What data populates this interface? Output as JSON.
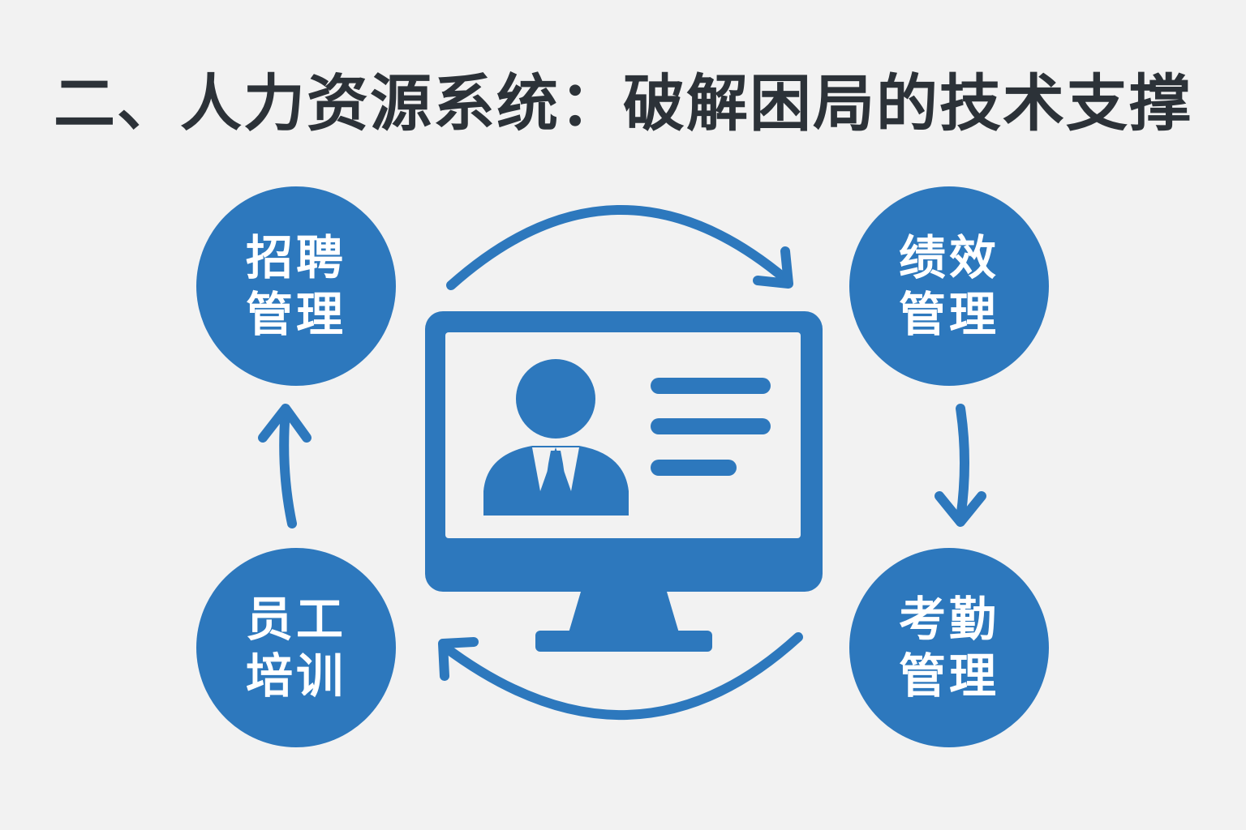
{
  "title": "二、人力资源系统：破解困局的技术支撑",
  "colors": {
    "accent": "#2d78bd",
    "background": "#f2f2f2",
    "title_text": "#2c3238",
    "node_text": "#ffffff"
  },
  "nodes": [
    {
      "id": "recruit",
      "label": "招聘管理"
    },
    {
      "id": "performance",
      "label": "绩效管理"
    },
    {
      "id": "attendance",
      "label": "考勤管理"
    },
    {
      "id": "training",
      "label": "员工培训"
    }
  ],
  "center": {
    "icon": "hr-system-monitor-icon"
  },
  "flow": [
    "recruit",
    "performance",
    "attendance",
    "training",
    "recruit"
  ]
}
